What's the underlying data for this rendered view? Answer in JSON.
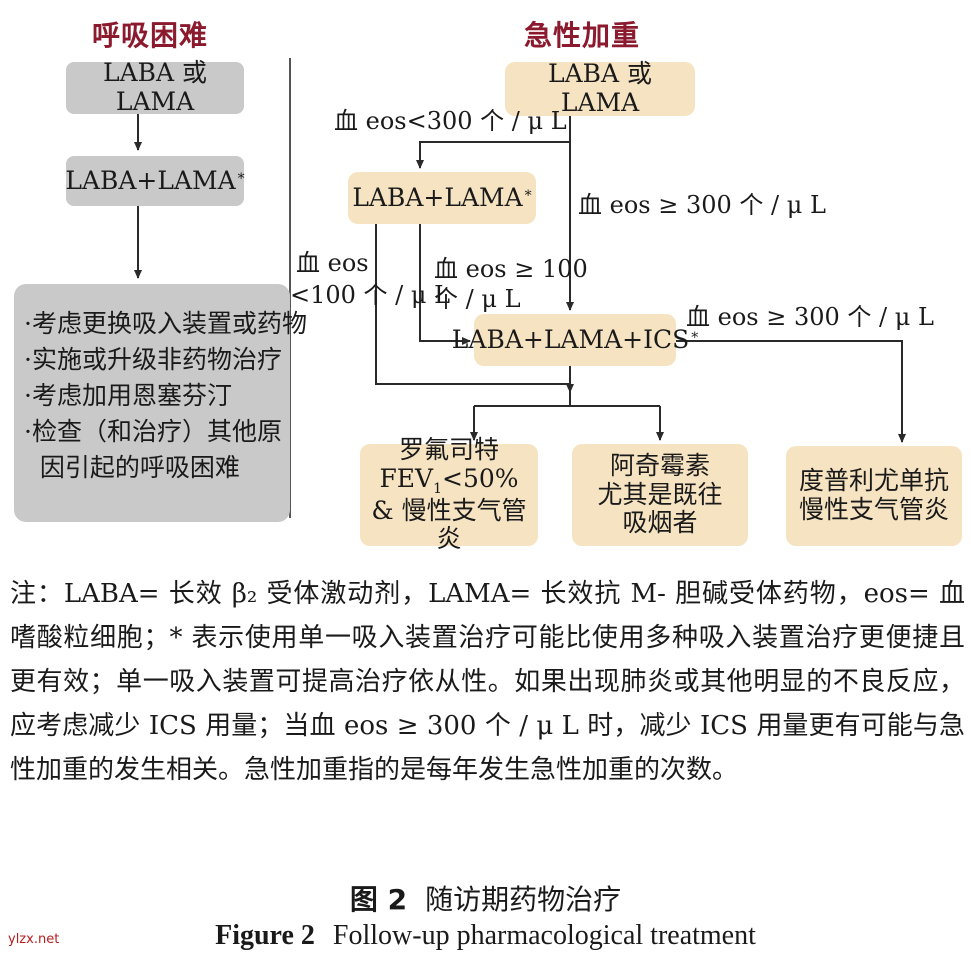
{
  "headers": {
    "left": "呼吸困难",
    "right": "急性加重"
  },
  "left_column": {
    "box1": "LABA 或 LAMA",
    "box2": "LABA+LAMA",
    "box2_mark": "*",
    "bullets": [
      "·考虑更换吸入装置或药物",
      "·实施或升级非药物治疗",
      "·考虑加用恩塞芬汀",
      "·检查（和治疗）其他原",
      "  因引起的呼吸困难"
    ]
  },
  "right_column": {
    "top_box": "LABA 或 LAMA",
    "mid_box": "LABA+LAMA",
    "mid_box_mark": "*",
    "ics_box": "LABA+LAMA+ICS",
    "ics_box_mark": "*",
    "labels": {
      "eos_lt_300": "血 eos<300 个 / μ L",
      "eos_ge_300_a": "血 eos ≥ 300 个 / μ L",
      "eos_lt_100_line1": "血 eos",
      "eos_lt_100_line2": "<100 个 / μ L",
      "eos_ge_100_line1": "血 eos ≥ 100",
      "eos_ge_100_line2": "个 / μ L",
      "eos_ge_300_b": "血 eos ≥ 300 个 / μ L"
    },
    "outcome1_line1": "罗氟司特",
    "outcome1_line2_pre": "FEV",
    "outcome1_line2_sub": "1",
    "outcome1_line2_post": "<50%",
    "outcome1_line3": "& 慢性支气管炎",
    "outcome2_line1": "阿奇霉素",
    "outcome2_line2": "尤其是既往",
    "outcome2_line3": "吸烟者",
    "outcome3_line1": "度普利尤单抗",
    "outcome3_line2": "慢性支气管炎"
  },
  "note": "注：LABA= 长效 β₂ 受体激动剂，LAMA= 长效抗 M- 胆碱受体药物，eos= 血嗜酸粒细胞；* 表示使用单一吸入装置治疗可能比使用多种吸入装置治疗更便捷且更有效；单一吸入装置可提高治疗依从性。如果出现肺炎或其他明显的不良反应，应考虑减少 ICS 用量；当血 eos ≥ 300 个 / μ L 时，减少 ICS 用量更有可能与急性加重的发生相关。急性加重指的是每年发生急性加重的次数。",
  "caption_cn": {
    "label": "图 2",
    "text": "随访期药物治疗"
  },
  "caption_en": {
    "label": "Figure 2",
    "text": "Follow-up pharmacological treatment"
  },
  "watermark": "ylzx.net",
  "colors": {
    "header": "#8b1a2e",
    "grey_box": "#c9c9c9",
    "tan_box": "#f6e3c2",
    "line": "#2a2a2a"
  }
}
